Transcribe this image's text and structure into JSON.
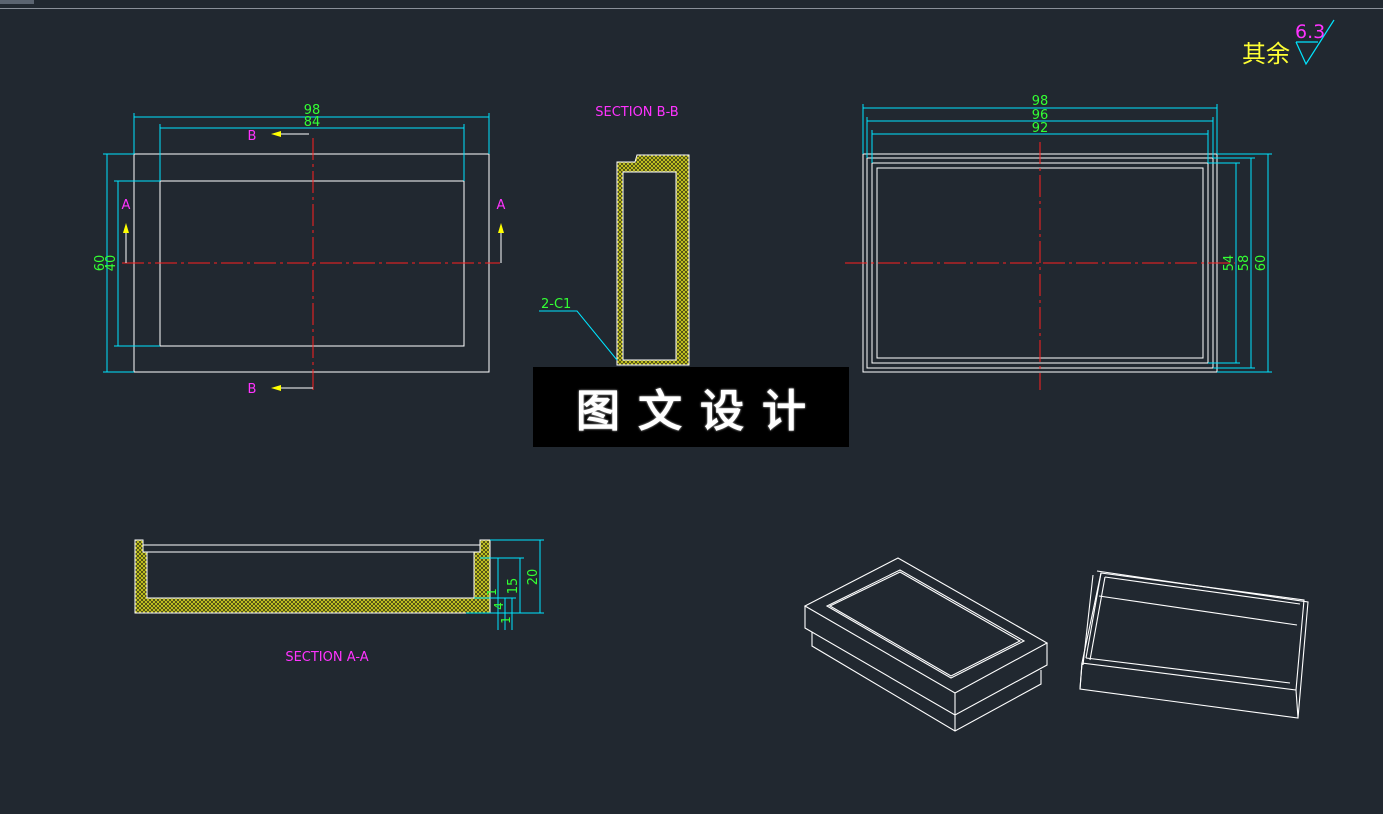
{
  "colors": {
    "background": "#212830",
    "outline": "#ffffff",
    "dimension": "#00e5ff",
    "dim_text": "#33ff33",
    "section_label": "#ff33ff",
    "centerline": "#ff2020",
    "hatch": "#d8d820",
    "arrow": "#ffff00",
    "roughness_text": "#ffff33"
  },
  "roughness": {
    "note": "其余",
    "value": "6.3"
  },
  "top_view": {
    "dims_horizontal": [
      "98",
      "84"
    ],
    "dims_vertical": [
      "60",
      "40"
    ],
    "cut_labels": {
      "b_top": "B",
      "b_bottom": "B",
      "a_left": "A",
      "a_right": "A"
    }
  },
  "section_bb": {
    "title": "SECTION B-B",
    "chamfer_note": "2-C1"
  },
  "side_view": {
    "dims_horizontal": [
      "98",
      "96",
      "92"
    ],
    "dims_vertical": [
      "54",
      "58",
      "60"
    ]
  },
  "section_aa": {
    "title": "SECTION A-A",
    "dims": [
      "20",
      "15",
      "1",
      "4",
      "1"
    ]
  },
  "watermark": {
    "text": "图文设计"
  }
}
